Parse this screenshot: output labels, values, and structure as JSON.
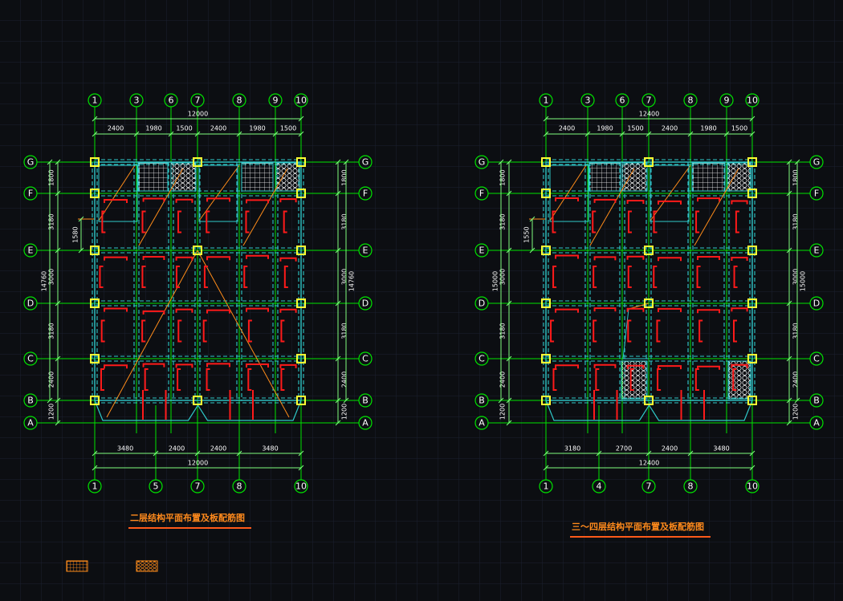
{
  "colors": {
    "background": "#0c0e12",
    "grid": "#1b2030",
    "axis": "#00e400",
    "dim": "#7fff7f",
    "beam": "#2fc9c9",
    "column": "#ffff33",
    "rebar": "#ff1a1a",
    "diagonal": "#ff8c1a",
    "title": "#ff8a1c",
    "bubble_text": "#ffffff"
  },
  "plans": [
    {
      "title": "二层结构平面布置及板配筋图",
      "top_axes": [
        "1",
        "3",
        "6",
        "7",
        "8",
        "9",
        "10"
      ],
      "bottom_axes": [
        "1",
        "5",
        "7",
        "8",
        "10"
      ],
      "top_overall": "12000",
      "top_dims": [
        "2400",
        "1980",
        "1500",
        "2400",
        "1980",
        "1500"
      ],
      "bottom_dims": [
        "3480",
        "2400",
        "2400",
        "3480"
      ],
      "bottom_overall": "12000",
      "row_axes": [
        "G",
        "F",
        "E",
        "D",
        "C",
        "B",
        "A"
      ],
      "left_dims": [
        "1800",
        "3180",
        "3000",
        "3180",
        "2400",
        "1200"
      ],
      "right_dims": [
        "1800",
        "3180",
        "3000",
        "3180",
        "2400",
        "1200"
      ],
      "left_overall": "14760",
      "right_overall": "14760",
      "extra_dim": "1580"
    },
    {
      "title": "三～四层结构平面布置及板配筋图",
      "top_axes": [
        "1",
        "3",
        "6",
        "7",
        "8",
        "9",
        "10"
      ],
      "bottom_axes": [
        "1",
        "4",
        "7",
        "8",
        "10"
      ],
      "top_overall": "12400",
      "top_dims": [
        "2400",
        "1980",
        "1500",
        "2400",
        "1980",
        "1500"
      ],
      "bottom_dims": [
        "3180",
        "2700",
        "2400",
        "3480"
      ],
      "bottom_overall": "12400",
      "row_axes": [
        "G",
        "F",
        "E",
        "D",
        "C",
        "B",
        "A"
      ],
      "left_dims": [
        "1800",
        "3180",
        "3000",
        "3180",
        "2400",
        "1200"
      ],
      "right_dims": [
        "1800",
        "3180",
        "3000",
        "3180",
        "2400",
        "1200"
      ],
      "left_overall": "15000",
      "right_overall": "15000",
      "extra_dim": "1550"
    }
  ],
  "legend": [
    {
      "name": "grid-hatch-swatch",
      "pattern": "grid"
    },
    {
      "name": "honeycomb-hatch-swatch",
      "pattern": "hex"
    }
  ]
}
